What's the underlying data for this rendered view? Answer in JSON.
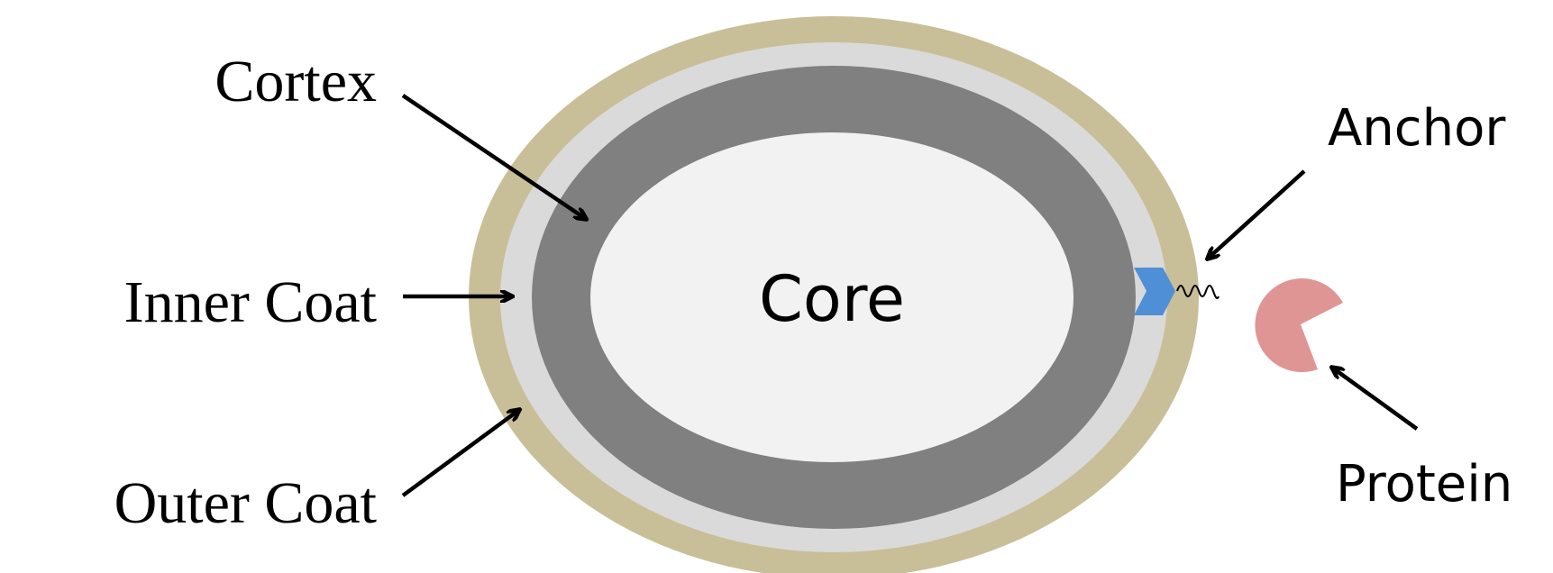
{
  "labels": {
    "cortex": "Cortex",
    "inner_coat": "Inner Coat",
    "outer_coat": "Outer Coat",
    "core": "Core",
    "anchor": "Anchor",
    "protein": "Protein"
  },
  "colors": {
    "outer_coat": "#c8bf98",
    "inner_coat": "#dadada",
    "cortex": "#808080",
    "core": "#f2f2f2",
    "anchor": "#4f8fd6",
    "protein": "#e09595",
    "text": "#000000"
  }
}
